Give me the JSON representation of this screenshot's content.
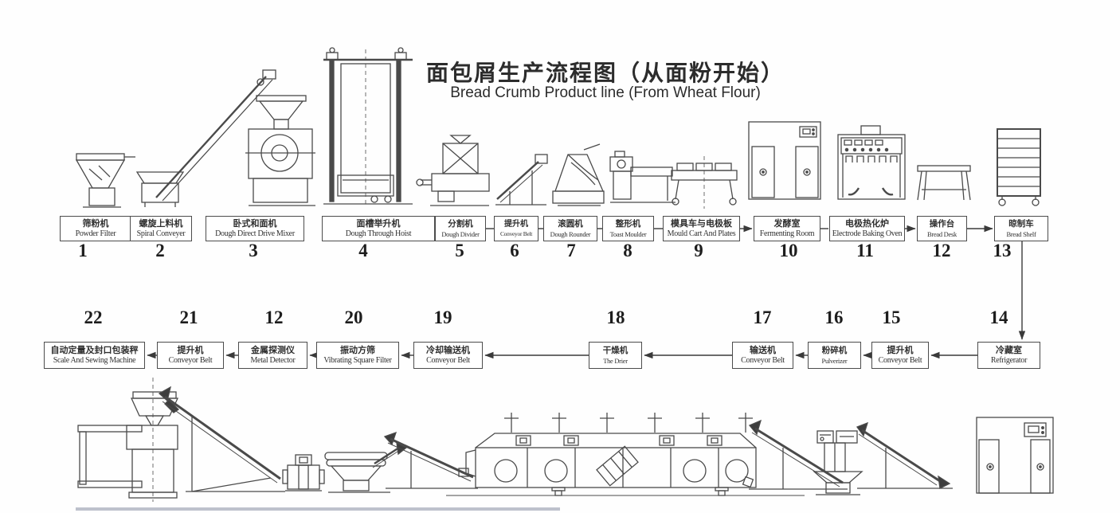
{
  "title": {
    "zh": "面包屑生产流程图（从面粉开始）",
    "en": "Bread Crumb Product line (From Wheat Flour)"
  },
  "colors": {
    "ink": "#4a4a4a",
    "text": "#2f2f2f"
  },
  "top_row": [
    {
      "num": "1",
      "zh": "筛粉机",
      "en": "Powder Filter"
    },
    {
      "num": "2",
      "zh": "螺旋上料机",
      "en": "Spiral Conveyer"
    },
    {
      "num": "3",
      "zh": "卧式和面机",
      "en": "Dough Direct Drive Mixer"
    },
    {
      "num": "4",
      "zh": "面槽举升机",
      "en": "Dough Through Hoist"
    },
    {
      "num": "5",
      "zh": "分割机",
      "en": "Dough Divider"
    },
    {
      "num": "6",
      "zh": "提升机",
      "en": "Conveyor Belt"
    },
    {
      "num": "7",
      "zh": "滚圆机",
      "en": "Dough Rounder"
    },
    {
      "num": "8",
      "zh": "整形机",
      "en": "Toast Moulder"
    },
    {
      "num": "9",
      "zh": "模具车与电极板",
      "en": "Mould Cart And Plates"
    },
    {
      "num": "10",
      "zh": "发酵室",
      "en": "Fermenting Room"
    },
    {
      "num": "11",
      "zh": "电极热化炉",
      "en": "Electrode Baking Oven"
    },
    {
      "num": "12",
      "zh": "操作台",
      "en": "Bread Desk"
    },
    {
      "num": "13",
      "zh": "晾制车",
      "en": "Bread Shelf"
    }
  ],
  "bottom_row": [
    {
      "num": "22",
      "zh": "自动定量及封口包装秤",
      "en": "Scale And Sewing Machine"
    },
    {
      "num": "21",
      "zh": "提升机",
      "en": "Conveyor Belt"
    },
    {
      "num": "12",
      "zh": "金属探测仪",
      "en": "Metal Detector"
    },
    {
      "num": "20",
      "zh": "振动方筛",
      "en": "Vibrating Square Filter"
    },
    {
      "num": "19",
      "zh": "冷却输送机",
      "en": "Conveyor Belt"
    },
    {
      "num": "18",
      "zh": "干燥机",
      "en": "The Drier"
    },
    {
      "num": "17",
      "zh": "输送机",
      "en": "Conveyor Belt"
    },
    {
      "num": "16",
      "zh": "粉碎机",
      "en": "Pulverizer"
    },
    {
      "num": "15",
      "zh": "提升机",
      "en": "Conveyor Belt"
    },
    {
      "num": "14",
      "zh": "冷藏室",
      "en": "Refrigerator"
    }
  ]
}
